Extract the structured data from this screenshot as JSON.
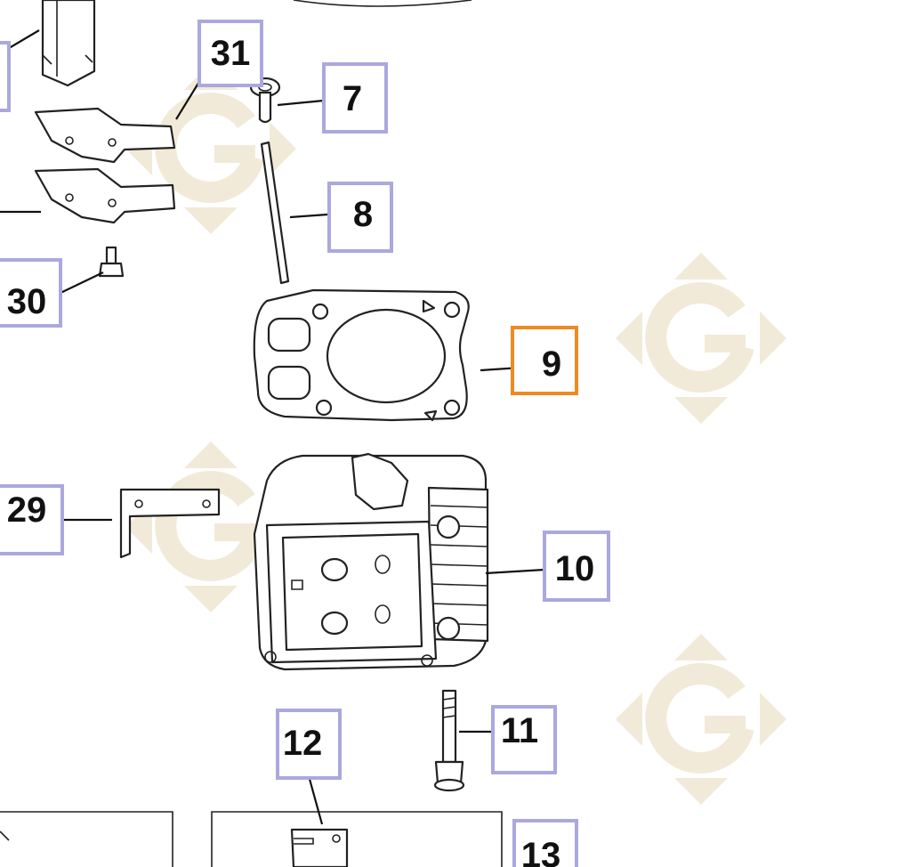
{
  "diagram": {
    "callouts": [
      {
        "id": "c31",
        "label": "31",
        "selected": false
      },
      {
        "id": "c7",
        "label": "7",
        "selected": false
      },
      {
        "id": "c8",
        "label": "8",
        "selected": false
      },
      {
        "id": "c30",
        "label": "30",
        "selected": false
      },
      {
        "id": "c9",
        "label": "9",
        "selected": true
      },
      {
        "id": "c29",
        "label": "29",
        "selected": false
      },
      {
        "id": "c10",
        "label": "10",
        "selected": false
      },
      {
        "id": "c11",
        "label": "11",
        "selected": false
      },
      {
        "id": "c12",
        "label": "12",
        "selected": false
      },
      {
        "id": "c13",
        "label": "13",
        "selected": false
      }
    ],
    "colors": {
      "callout_border": "#aaa8de",
      "selected_border": "#ef8a23",
      "watermark": "#f2ead8",
      "line": "#222222"
    },
    "watermark_icon": "g-logo-watermark"
  }
}
